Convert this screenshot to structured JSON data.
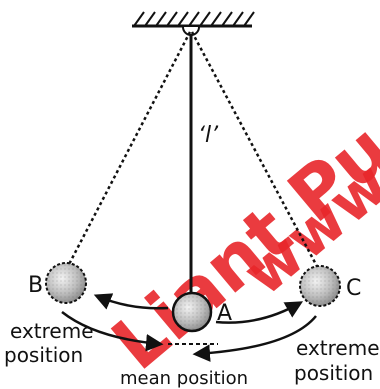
{
  "watermark": {
    "line1": "Liant Pu",
    "line2": "www",
    "color": "#e8262b"
  },
  "labels": {
    "length": "‘l’",
    "bob_a": "A",
    "bob_b": "B",
    "bob_c": "C",
    "extreme_left_line1": "extreme",
    "extreme_left_line2": "position",
    "extreme_right_line1": "extreme",
    "extreme_right_line2": "position",
    "mean_position": "mean position"
  },
  "colors": {
    "ink": "#111111",
    "bob_fill": "#bdbdbd"
  }
}
